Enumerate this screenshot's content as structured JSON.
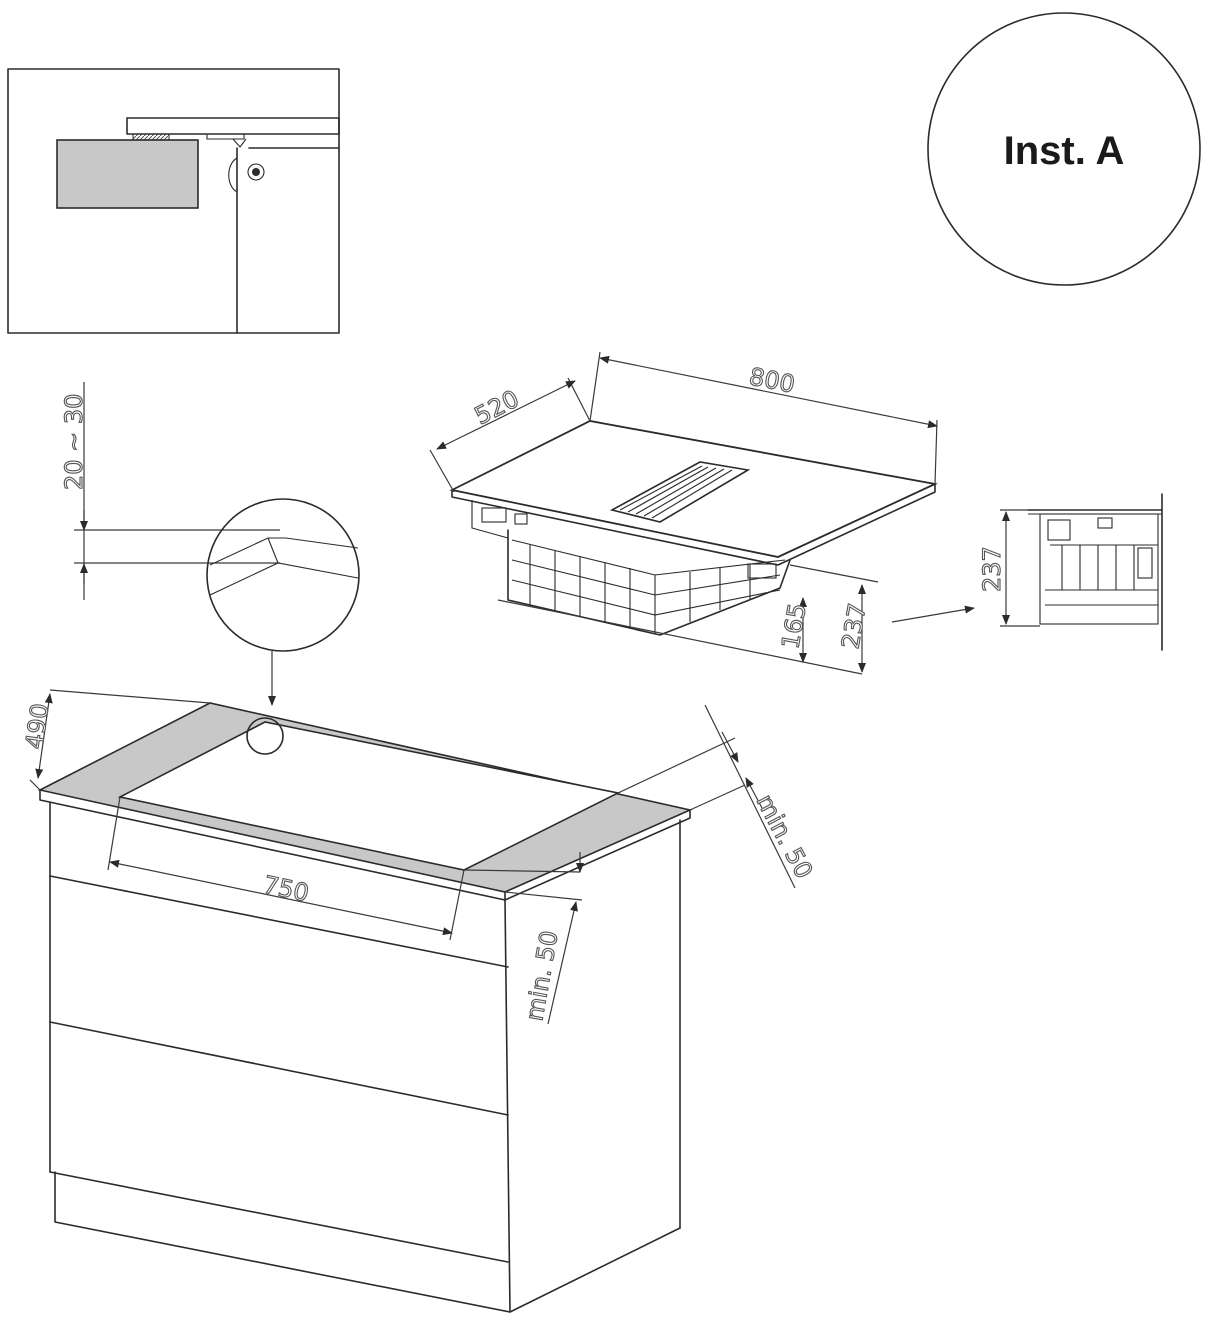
{
  "badge": {
    "label": "Inst. A"
  },
  "dimensions": {
    "gap_range": "20 ~ 30",
    "hob_depth": "520",
    "hob_width": "800",
    "hob_height_total": "237",
    "hob_height_body": "165",
    "hob_height_side": "237",
    "cutout_depth": "490",
    "cutout_width": "750",
    "min_back_clearance": "min. 50",
    "min_side_clearance": "min. 50"
  },
  "colors": {
    "line": "#2b2b2b",
    "countertop_fill": "#c8c8c8",
    "hob_glass": "#ffffff"
  }
}
